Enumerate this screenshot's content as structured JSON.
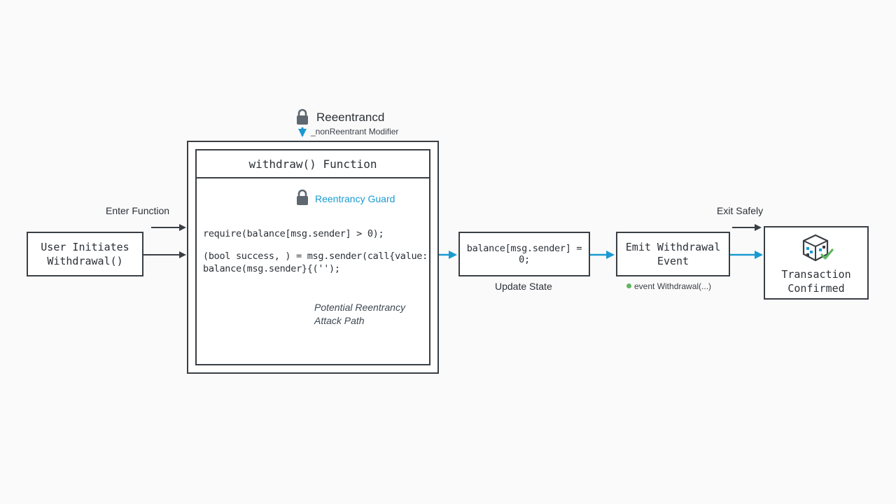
{
  "colors": {
    "accent": "#1b9ad1",
    "stroke": "#3a3f45",
    "ok": "#5cb85c",
    "icon": "#5f6770"
  },
  "modifier": {
    "title": "Reeentrancd",
    "subtitle": "_nonReentrant Modifier",
    "icon": "lock-icon"
  },
  "function_box": {
    "header": "withdraw() Function",
    "guard_label": "Reentrancy Guard",
    "guard_icon": "lock-icon",
    "code_line_1": "require(balance[msg.sender] > 0);",
    "code_line_2a": "(bool success, ) = msg.sender(call{value:",
    "code_line_2b": "balance(msg.sender}{('');",
    "attack_label_1": "Potential Reentrancy",
    "attack_label_2": "Attack Path"
  },
  "user_box": {
    "line1": "User Initiates",
    "line2": "Withdrawal()"
  },
  "enter_label": "Enter Function",
  "update_box": {
    "code": "balance[msg.sender] = 0;",
    "caption": "Update State"
  },
  "emit_box": {
    "line1": "Emit Withdrawal",
    "line2": "Event",
    "caption": "event Withdrawal(...)"
  },
  "exit_label": "Exit Safely",
  "confirm_box": {
    "line1": "Transaction",
    "line2": "Confirmed",
    "icon": "blockchain-cube-check-icon"
  }
}
